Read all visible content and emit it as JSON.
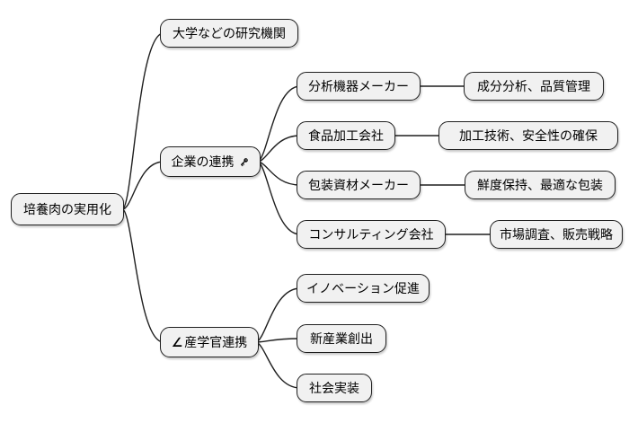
{
  "diagram": {
    "type": "mindmap",
    "root": {
      "label": "培養肉の実用化"
    },
    "branches": [
      {
        "label": "大学などの研究機関",
        "children": []
      },
      {
        "label": "企業の連携",
        "icon": "key-icon",
        "children": [
          {
            "label": "分析機器メーカー",
            "detail": "成分分析、品質管理"
          },
          {
            "label": "食品加工会社",
            "detail": "加工技術、安全性の確保"
          },
          {
            "label": "包装資材メーカー",
            "detail": "鮮度保持、最適な包装"
          },
          {
            "label": "コンサルティング会社",
            "detail": "市場調査、販売戦略"
          }
        ]
      },
      {
        "label": "産学官連携",
        "icon": "angle-icon",
        "icon_glyph": "∠",
        "children": [
          {
            "label": "イノベーション促進"
          },
          {
            "label": "新産業創出"
          },
          {
            "label": "社会実装"
          }
        ]
      }
    ]
  },
  "colors": {
    "bg": "#ffffff",
    "node-fill": "#f1f1f1",
    "node-border": "#1f1f1f",
    "line": "#1f1f1f",
    "text": "#000000"
  }
}
